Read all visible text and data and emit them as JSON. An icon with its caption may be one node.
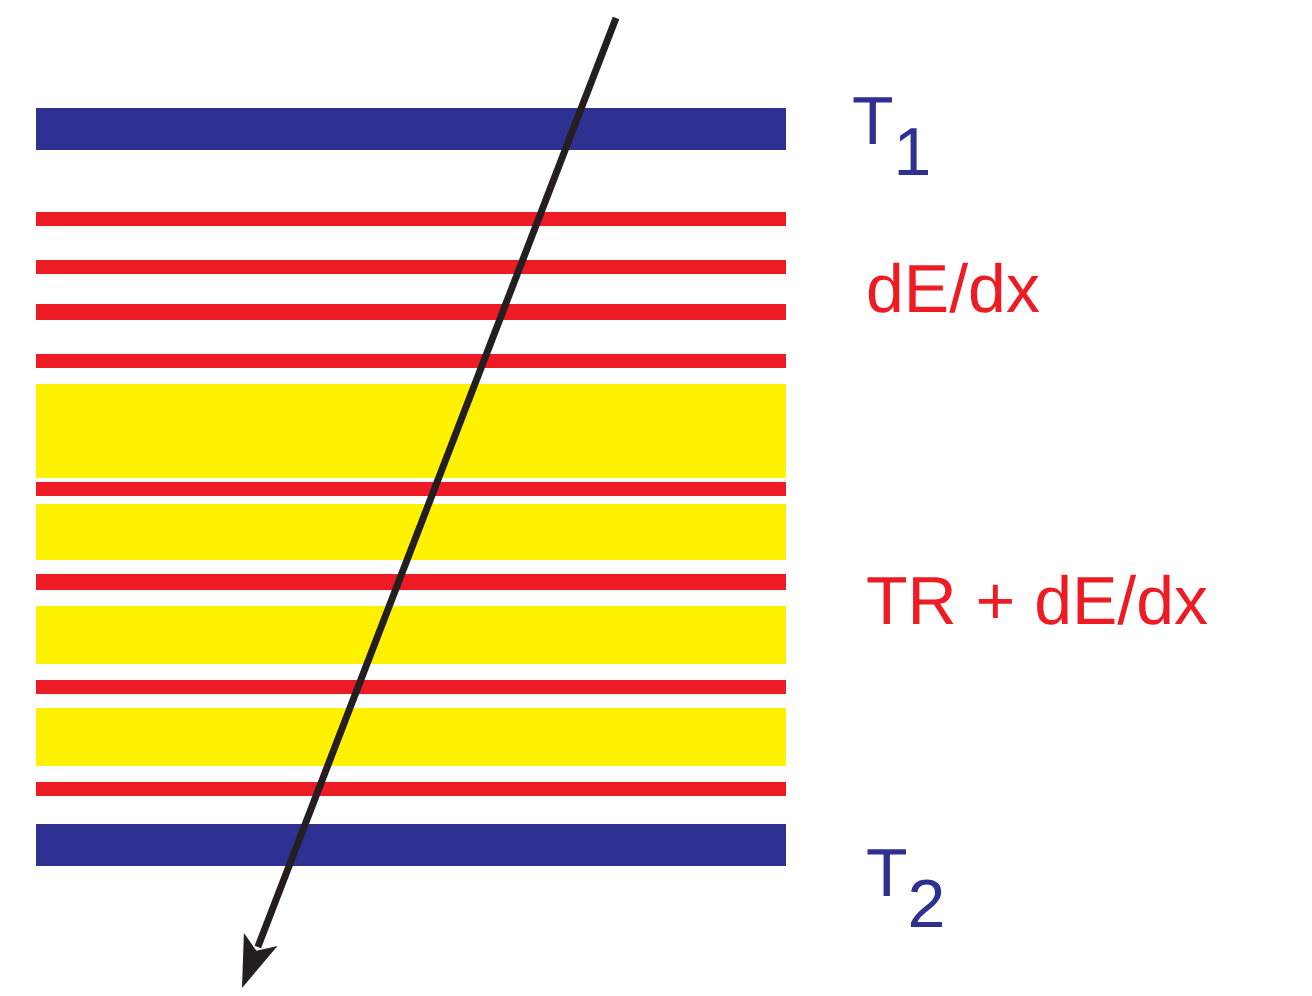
{
  "diagram": {
    "labels": [
      "T$_{1}$",
      "dE/dx",
      "TR + dE/dx",
      "T$_{2}$"
    ]
  }
}
